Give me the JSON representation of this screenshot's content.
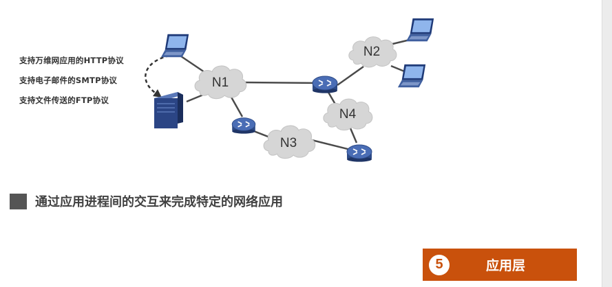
{
  "diagram": {
    "protocols": [
      "支持万维网应用的HTTP协议",
      "支持电子邮件的SMTP协议",
      "支持文件传送的FTP协议"
    ],
    "networks": [
      "N1",
      "N2",
      "N3",
      "N4"
    ],
    "icons": [
      "laptop-icon",
      "server-icon",
      "router-icon",
      "cloud-icon"
    ]
  },
  "summary": {
    "text": "通过应用进程间的交互来完成特定的网络应用"
  },
  "layer": {
    "number": "5",
    "title": "应用层"
  },
  "colors": {
    "accent": "#c9510c",
    "router": "#3a5a9c",
    "cloud": "#d6d6d6"
  }
}
